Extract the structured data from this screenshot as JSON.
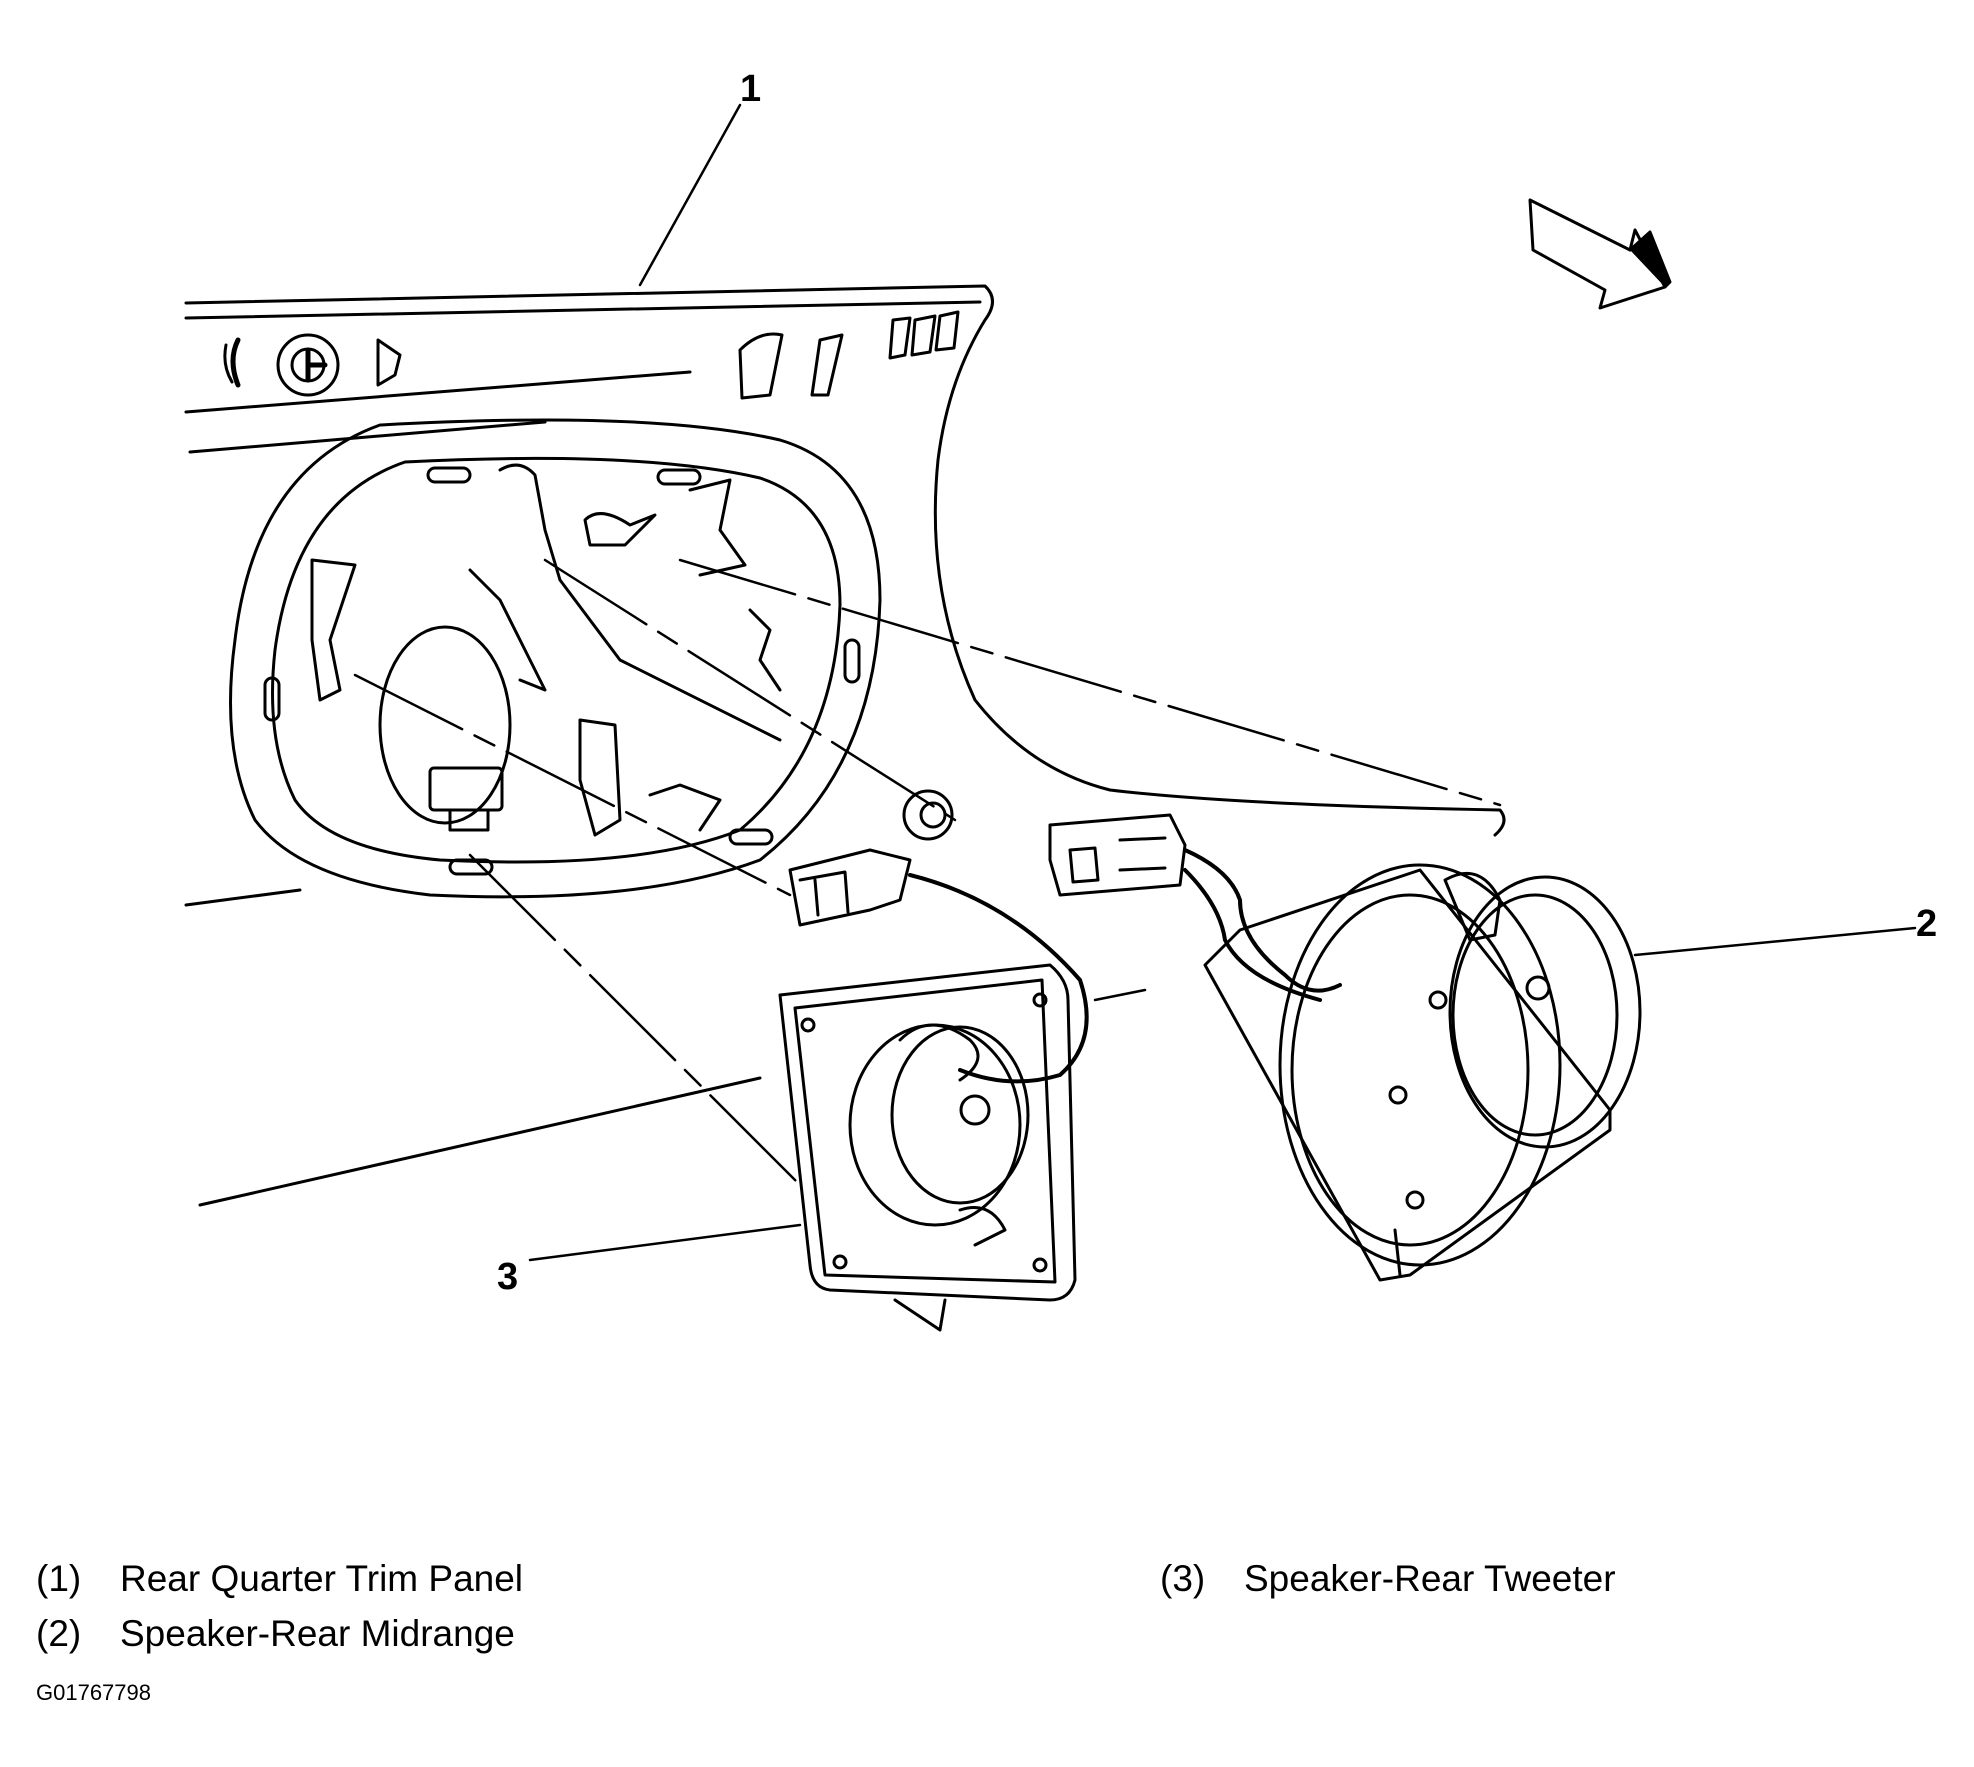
{
  "callouts": {
    "c1": "1",
    "c2": "2",
    "c3": "3"
  },
  "legend": {
    "items": [
      {
        "num": "(1)",
        "label": "Rear Quarter Trim Panel"
      },
      {
        "num": "(2)",
        "label": "Speaker-Rear Midrange"
      },
      {
        "num": "(3)",
        "label": "Speaker-Rear Tweeter"
      }
    ]
  },
  "figure_id": "G01767798",
  "icons": {
    "direction": "forward-direction-arrow-icon"
  }
}
